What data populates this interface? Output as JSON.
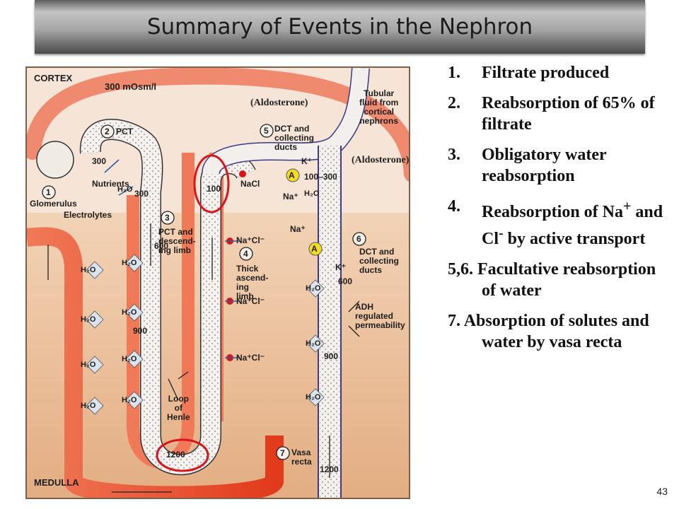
{
  "title": "Summary of Events in the Nephron",
  "diagram": {
    "cortex_label": "CORTEX",
    "medulla_label": "MEDULLA",
    "osmolarity_top": "300 mOsm/l",
    "aldosterone_1": "(Aldosterone)",
    "aldosterone_2": "(Aldosterone)",
    "tubular_fluid": "Tubular\nfluid from\ncortical\nnephrons",
    "glomerulus": "Glomerulus",
    "nutrients": "Nutrients",
    "electrolytes": "Electrolytes",
    "pct": "PCT",
    "pct_desc": "PCT and\ndescend-\ning limb",
    "thick_limb": "Thick\nascend-\ning\nlimb",
    "dct_ducts_5": "DCT and\ncollecting\nducts",
    "dct_ducts_6": "DCT and\ncollecting\nducts",
    "adh": "ADH\nregulated\npermeability",
    "loop": "Loop\nof\nHenle",
    "vasa_recta": "Vasa\nrecta",
    "values": {
      "v300_pct": "300",
      "v300_h2o": "300",
      "v600_desc": "600",
      "v900_desc": "900",
      "v1200_loop": "1200",
      "v100": "100",
      "v100_300": "100–300",
      "v600_duct": "600",
      "v900_duct": "900",
      "v1200_duct": "1200"
    },
    "step_numbers": [
      "1",
      "2",
      "3",
      "4",
      "5",
      "6",
      "7"
    ],
    "ions": {
      "nacl": "NaCl",
      "na_cl": "Na⁺Cl⁻",
      "na": "Na⁺",
      "k": "K⁺",
      "a": "A",
      "h2o": "H₂O"
    }
  },
  "events": [
    {
      "num": "1.",
      "text": "Filtrate produced"
    },
    {
      "num": "2.",
      "text": "Reabsorption of 65% of filtrate"
    },
    {
      "num": "3.",
      "text": "Obligatory water reabsorption"
    },
    {
      "num": "4.",
      "text_a": "Reabsorption of Na",
      "sup1": "+",
      "text_b": " and Cl",
      "sup2": "-",
      "text_c": " by active transport"
    },
    {
      "num": "5,6.",
      "text": "Facultative reabsorption of water"
    },
    {
      "num": "7.",
      "text": "Absorption of solutes and water by vasa recta"
    }
  ],
  "page_number": "43",
  "colors": {
    "cortex": "#f6e4d6",
    "medulla": "#e8b890",
    "vessel": "#e23a1c",
    "duct_outline": "#3a3a86",
    "highlight": "#d8141c"
  }
}
